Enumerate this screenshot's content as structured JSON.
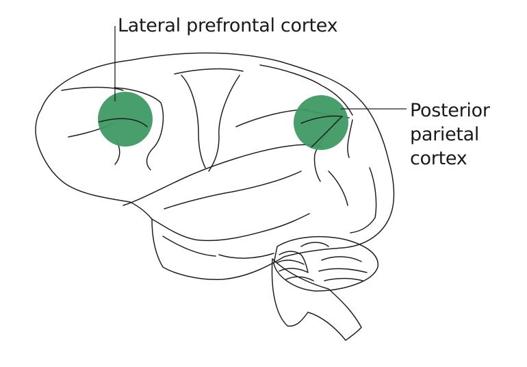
{
  "labels": {
    "lateral_prefrontal": "Lateral prefrontal cortex",
    "posterior_parietal": [
      "Posterior",
      "parietal",
      "cortex"
    ]
  },
  "colors": {
    "brain_fill": "#e4e0ee",
    "brain_highlight": "#f6f5fa",
    "region_fill": "#3f9a63",
    "outline": "#1e1e1e"
  }
}
